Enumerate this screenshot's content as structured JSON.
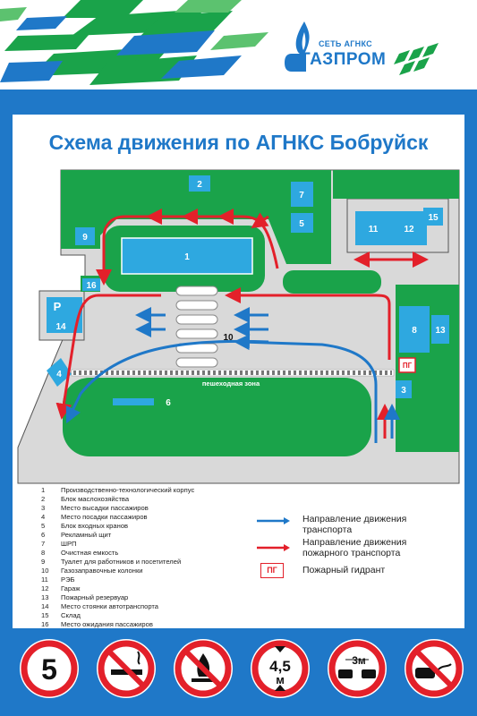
{
  "header": {
    "logo_subtitle": "СЕТЬ АГНКС",
    "logo_name": "ГАЗПРОМ"
  },
  "title": "Схема движения по АГНКС Бобруйск",
  "map": {
    "zone_label": "пешеходная зона",
    "pg_label": "ПГ",
    "parking_letter": "P",
    "markers": [
      "1",
      "2",
      "3",
      "4",
      "5",
      "6",
      "7",
      "8",
      "9",
      "10",
      "11",
      "12",
      "13",
      "14",
      "15",
      "16"
    ]
  },
  "legend": {
    "items": [
      {
        "num": "1",
        "text": "Производственно-технологический корпус"
      },
      {
        "num": "2",
        "text": "Блок маслохозяйства"
      },
      {
        "num": "3",
        "text": "Место высадки пассажиров"
      },
      {
        "num": "4",
        "text": "Место посадки пассажиров"
      },
      {
        "num": "5",
        "text": "Блок входных кранов"
      },
      {
        "num": "6",
        "text": "Рекламный щит"
      },
      {
        "num": "7",
        "text": "ШРП"
      },
      {
        "num": "8",
        "text": "Очистная емкость"
      },
      {
        "num": "9",
        "text": "Туалет для работников и посетителей"
      },
      {
        "num": "10",
        "text": "Газозаправочные колонки"
      },
      {
        "num": "11",
        "text": "РЭБ"
      },
      {
        "num": "12",
        "text": "Гараж"
      },
      {
        "num": "13",
        "text": "Пожарный резервуар"
      },
      {
        "num": "14",
        "text": "Место стоянки автотранспорта"
      },
      {
        "num": "15",
        "text": "Склад"
      },
      {
        "num": "16",
        "text": "Место ожидания пассажиров"
      }
    ],
    "key_transport": "Направление движения транспорта",
    "key_fire": "Направление движения пожарного транспорта",
    "key_hydrant": "Пожарный гидрант",
    "key_hydrant_badge": "ПГ",
    "color_transport": "#1f78c8",
    "color_fire": "#e3202a",
    "color_green": "#1aa34a",
    "color_building": "#2ea8e0"
  },
  "signs": {
    "speed_limit": "5",
    "height_value": "4,5",
    "height_unit": "м",
    "distance_value": "3м",
    "icons": [
      "speed-limit-icon",
      "no-smoking-icon",
      "no-open-fire-icon",
      "height-limit-icon",
      "distance-icon",
      "no-exhaust-icon"
    ]
  }
}
